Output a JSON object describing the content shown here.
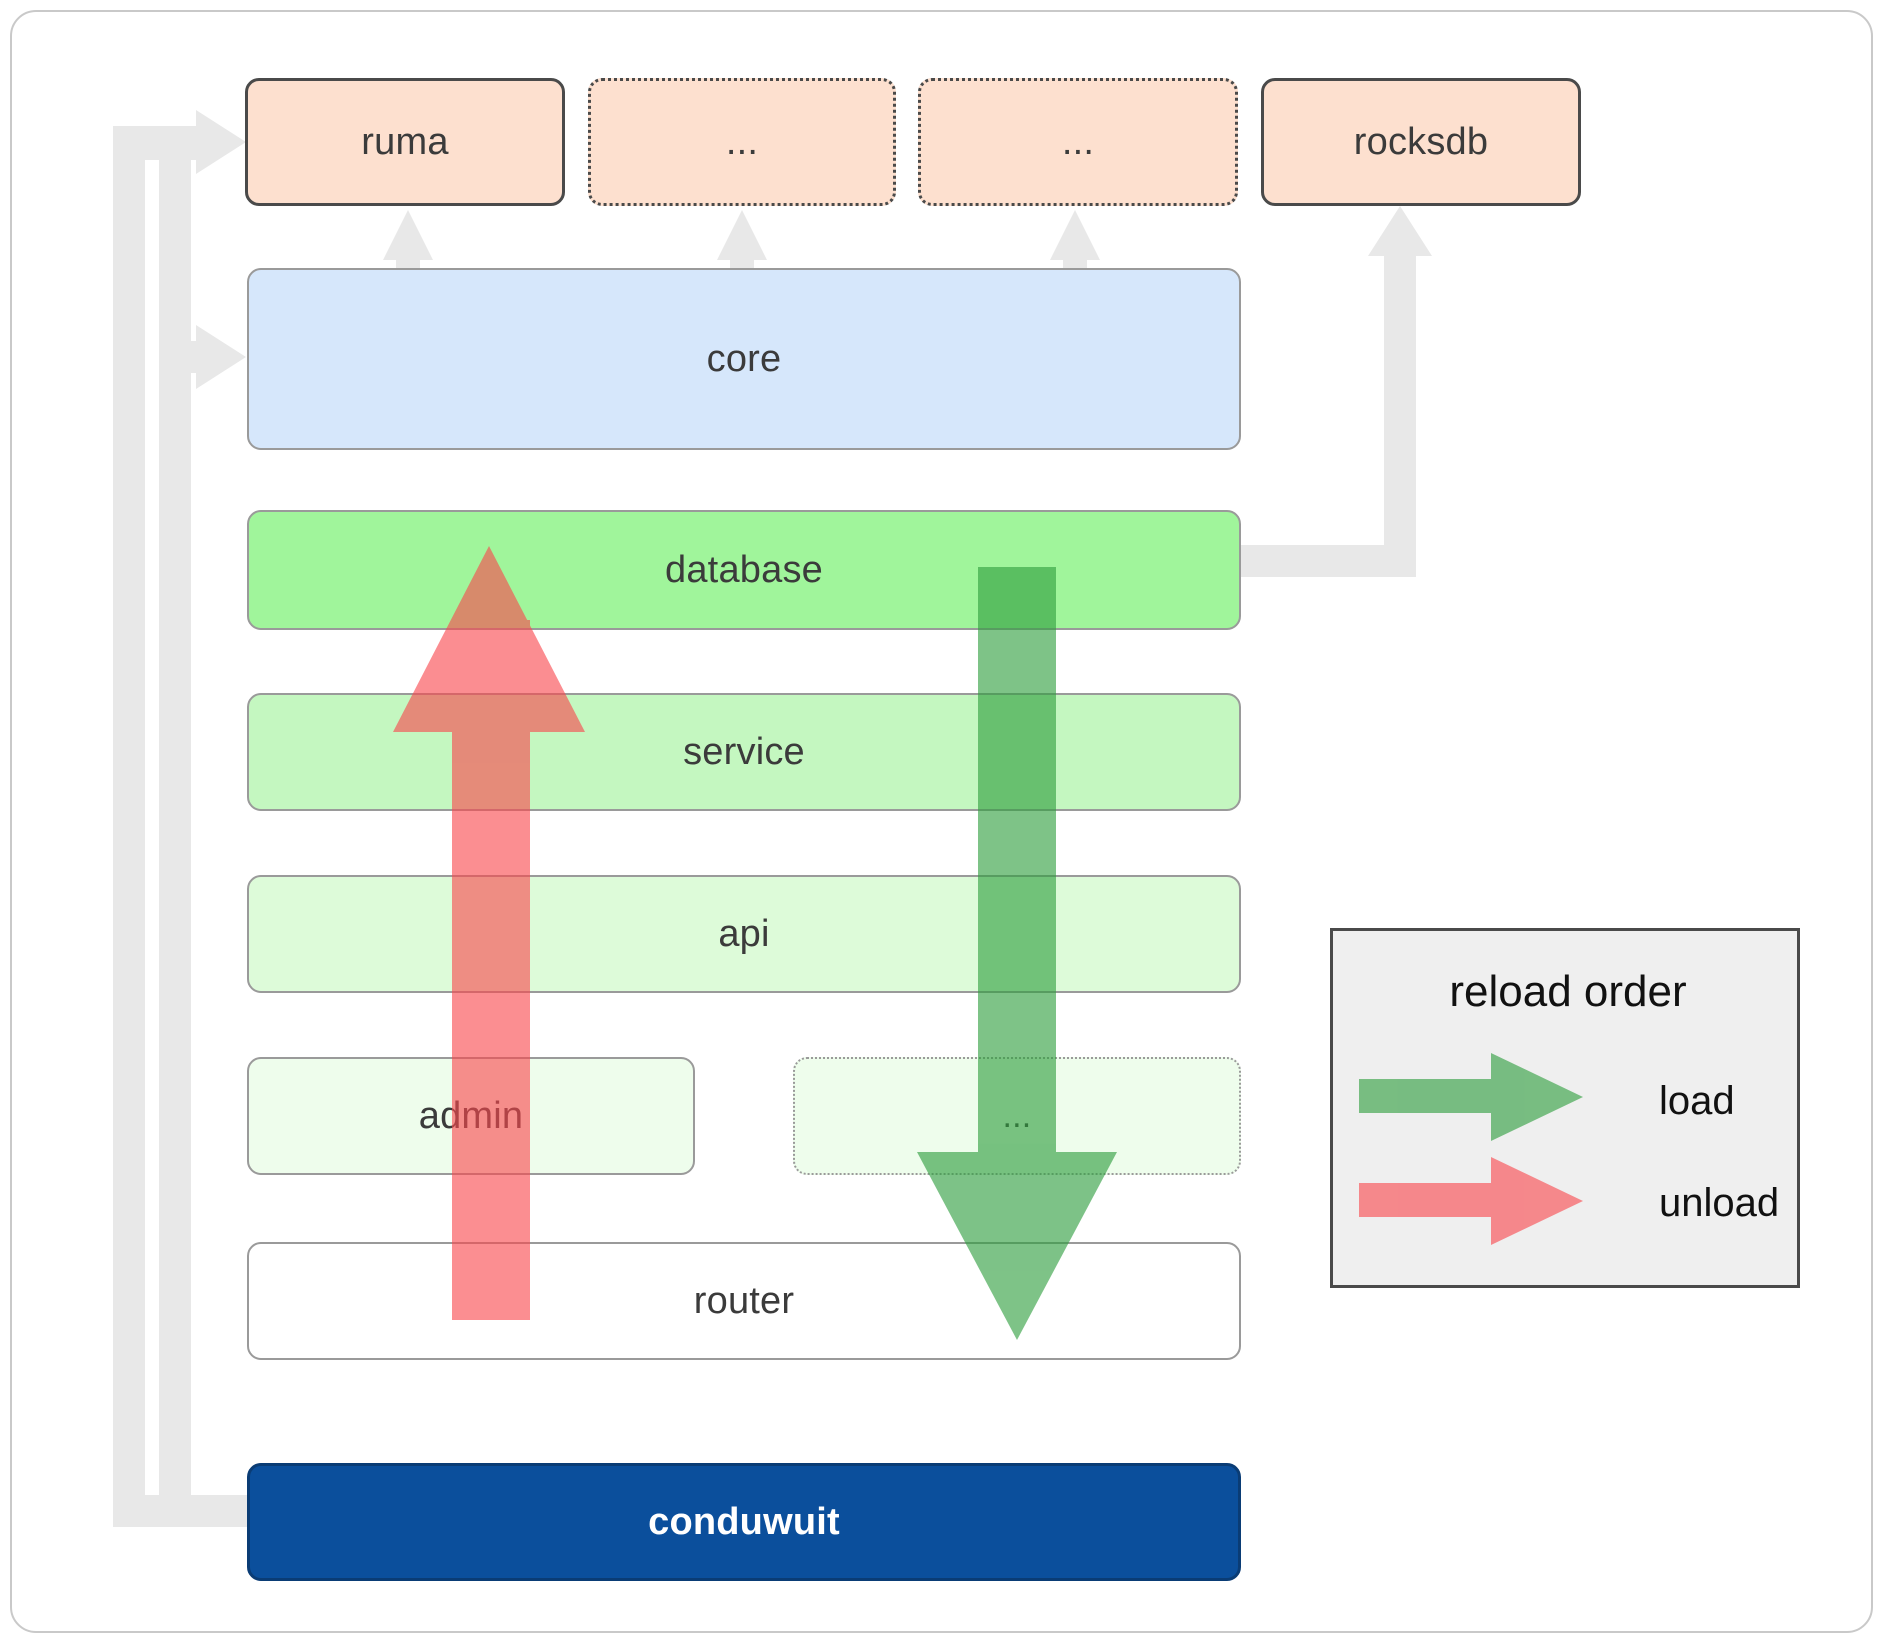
{
  "diagram": {
    "title": "conduwuit crate layering / reload order",
    "colors": {
      "orange": "#fde0cf",
      "blue": "#d6e7fb",
      "navy": "#0b4f9c",
      "database_green": "#a0f59b",
      "service_green": "#c4f7c0",
      "api_green": "#ddfbd9",
      "admin_green": "#eefdec",
      "router_white": "#ffffff",
      "load_arrow": "#4caf50",
      "unload_arrow": "#f98282",
      "connector_gray": "#e8e8e8",
      "legend_bg": "#efefef",
      "border_dark": "#4a4a4a",
      "border_gray": "#9a9a9a"
    },
    "top_row": [
      {
        "label": "ruma",
        "style": "solid-dark"
      },
      {
        "label": "...",
        "style": "dotted-dark"
      },
      {
        "label": "...",
        "style": "dotted-dark"
      },
      {
        "label": "rocksdb",
        "style": "solid-dark"
      }
    ],
    "core": {
      "label": "core"
    },
    "stack": [
      {
        "label": "database",
        "style": "solid-gray"
      },
      {
        "label": "service",
        "style": "solid-gray"
      },
      {
        "label": "api",
        "style": "solid-gray"
      },
      {
        "label": "admin",
        "style": "solid-gray"
      },
      {
        "label": "...",
        "style": "dotted-gray"
      },
      {
        "label": "router",
        "style": "solid-gray"
      }
    ],
    "binary": {
      "label": "conduwuit"
    },
    "legend": {
      "title": "reload order",
      "items": [
        {
          "label": "load",
          "color": "#4caf50"
        },
        {
          "label": "unload",
          "color": "#f98282"
        }
      ]
    }
  }
}
